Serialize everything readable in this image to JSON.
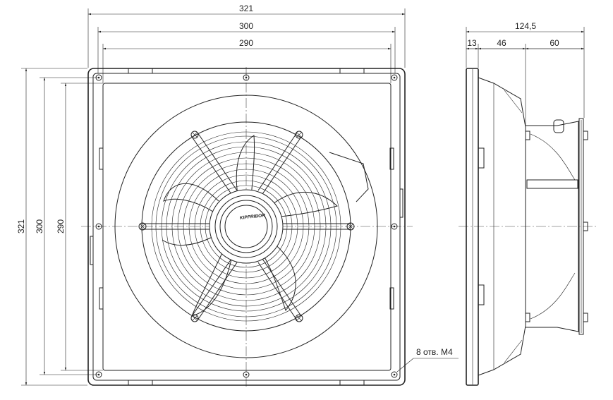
{
  "front_view": {
    "width_overall": "321",
    "width_mid": "300",
    "width_inner": "290",
    "height_overall": "321",
    "height_mid": "300",
    "height_inner": "290",
    "brand_label": "KIPPRIBOR",
    "hole_callout": "8 отв. M4"
  },
  "side_view": {
    "depth_overall": "124,5",
    "depth_flange": "13",
    "depth_body": "46",
    "depth_motor": "60"
  },
  "colors": {
    "line": "#222222",
    "background": "#ffffff"
  }
}
